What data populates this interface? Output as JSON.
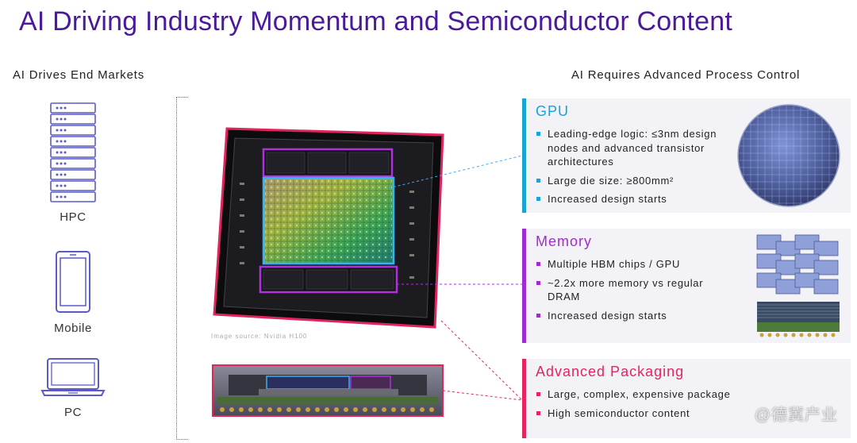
{
  "title": "AI Driving Industry Momentum and Semiconductor Content",
  "left_heading": "AI Drives End Markets",
  "right_heading": "AI Requires Advanced Process Control",
  "markets": [
    {
      "label": "HPC",
      "icon": "server-rack-icon"
    },
    {
      "label": "Mobile",
      "icon": "smartphone-icon"
    },
    {
      "label": "PC",
      "icon": "laptop-icon"
    }
  ],
  "image_caption": "Image source: Nvidia H100",
  "panels": {
    "gpu": {
      "title": "GPU",
      "color": "#1aa3d6",
      "bullets": [
        "Leading-edge logic: ≤3nm design nodes and advanced transistor architectures",
        "Large die size: ≥800mm²",
        "Increased design starts"
      ]
    },
    "memory": {
      "title": "Memory",
      "color": "#a12bd0",
      "bullets": [
        "Multiple HBM chips / GPU",
        "~2.2x more memory vs regular DRAM",
        "Increased design starts"
      ]
    },
    "packaging": {
      "title": "Advanced Packaging",
      "color": "#e6245e",
      "bullets": [
        "Large, complex, expensive package",
        "High semiconductor content"
      ]
    }
  },
  "watermark": "@德冀产业",
  "colors": {
    "title": "#4a1a9a",
    "icon": "#5a5ac8",
    "chip_border": "#e0245e",
    "hbm_outline": "#b030e0",
    "gpu_outline": "#3ab0f0"
  }
}
